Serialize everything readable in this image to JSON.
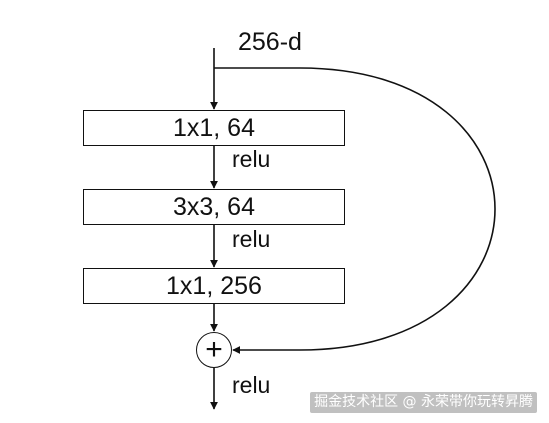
{
  "input_dim": "256-d",
  "layers": [
    {
      "label": "1x1, 64"
    },
    {
      "label": "3x3, 64"
    },
    {
      "label": "1x1, 256"
    }
  ],
  "activations": [
    "relu",
    "relu",
    "relu"
  ],
  "sum_symbol": "+",
  "watermark": "掘金技术社区 @ 永荣带你玩转昇腾"
}
